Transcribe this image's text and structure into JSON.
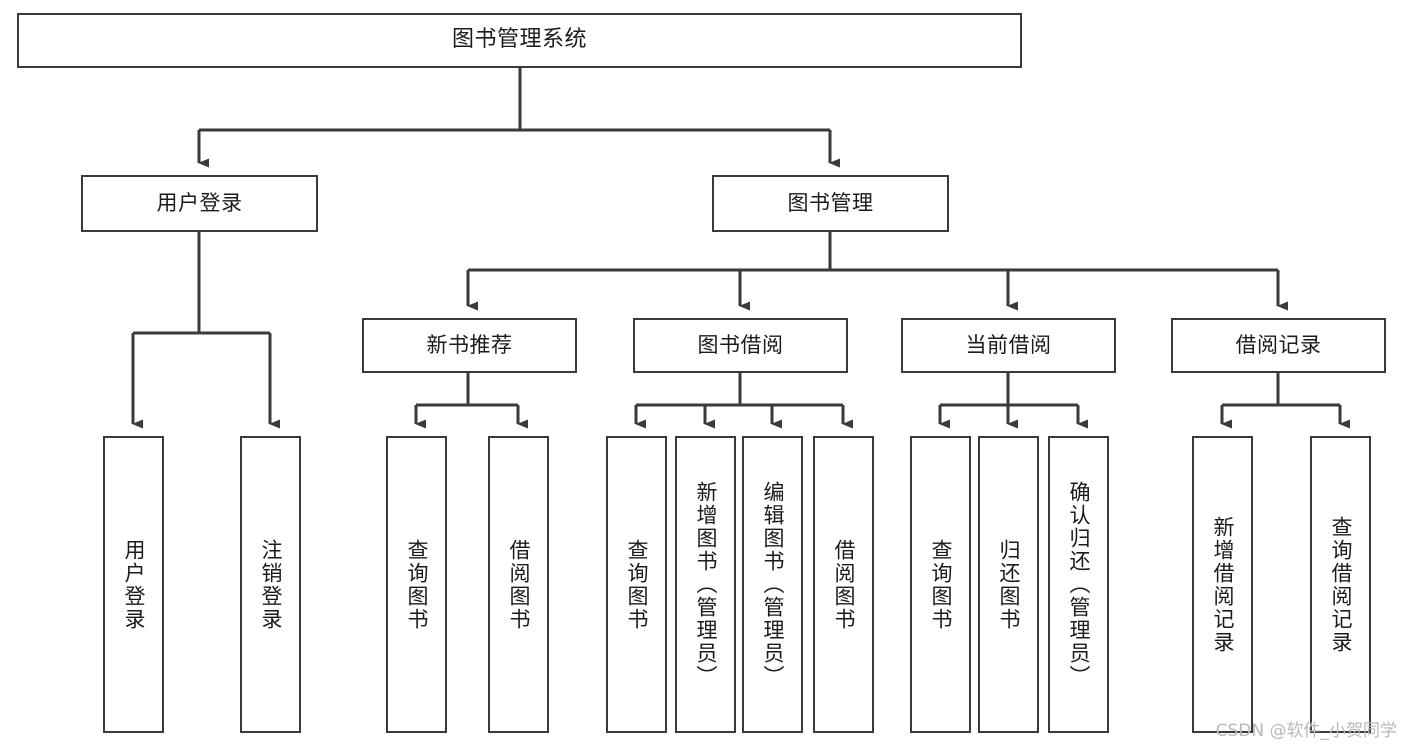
{
  "diagram": {
    "title": "图书管理系统",
    "type": "functional-structure-tree",
    "root": {
      "id": "root",
      "label": "图书管理系统"
    },
    "level2": [
      {
        "id": "user-login",
        "label": "用户登录"
      },
      {
        "id": "book-manage",
        "label": "图书管理"
      }
    ],
    "level3": [
      {
        "id": "new-book-recommend",
        "label": "新书推荐",
        "parent": "book-manage"
      },
      {
        "id": "book-borrow",
        "label": "图书借阅",
        "parent": "book-manage"
      },
      {
        "id": "current-borrow",
        "label": "当前借阅",
        "parent": "book-manage"
      },
      {
        "id": "borrow-record",
        "label": "借阅记录",
        "parent": "book-manage"
      }
    ],
    "leaves": [
      {
        "id": "leaf-user-login",
        "label": "用户登录",
        "parent": "user-login"
      },
      {
        "id": "leaf-logout-login",
        "label": "注销登录",
        "parent": "user-login"
      },
      {
        "id": "leaf-query-book-1",
        "label": "查询图书",
        "parent": "new-book-recommend"
      },
      {
        "id": "leaf-borrow-book-1",
        "label": "借阅图书",
        "parent": "new-book-recommend"
      },
      {
        "id": "leaf-query-book-2",
        "label": "查询图书",
        "parent": "book-borrow"
      },
      {
        "id": "leaf-add-book",
        "label": "新增图书（管理员）",
        "parent": "book-borrow"
      },
      {
        "id": "leaf-edit-book",
        "label": "编辑图书（管理员）",
        "parent": "book-borrow"
      },
      {
        "id": "leaf-borrow-book-2",
        "label": "借阅图书",
        "parent": "book-borrow"
      },
      {
        "id": "leaf-query-book-3",
        "label": "查询图书",
        "parent": "current-borrow"
      },
      {
        "id": "leaf-return-book",
        "label": "归还图书",
        "parent": "current-borrow"
      },
      {
        "id": "leaf-confirm-return",
        "label": "确认归还（管理员）",
        "parent": "current-borrow"
      },
      {
        "id": "leaf-add-record",
        "label": "新增借阅记录",
        "parent": "borrow-record"
      },
      {
        "id": "leaf-query-record",
        "label": "查询借阅记录",
        "parent": "borrow-record"
      }
    ],
    "colors": {
      "box_border": "#3a3a3a",
      "box_fill": "#ffffff",
      "connector": "#3a3a3a",
      "text": "#1b1b1b",
      "watermark": "#b9b9b9",
      "background": "#ffffff"
    }
  },
  "watermark": {
    "text": "CSDN @软件_小贺同学"
  }
}
